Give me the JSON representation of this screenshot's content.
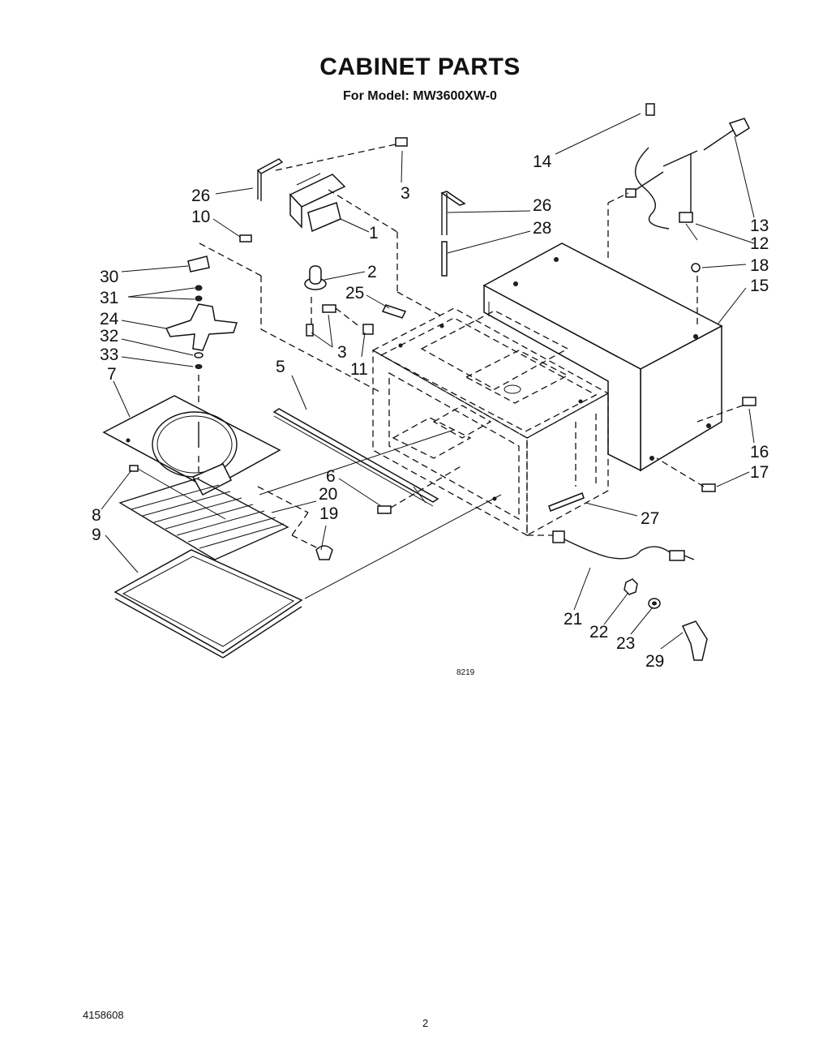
{
  "title": "CABINET PARTS",
  "subtitle": "For Model: MW3600XW-0",
  "diagram_code": "8219",
  "document_number": "4158608",
  "page_number": "2",
  "callouts": [
    "1",
    "2",
    "3",
    "3",
    "3",
    "5",
    "6",
    "7",
    "8",
    "9",
    "10",
    "11",
    "12",
    "13",
    "14",
    "15",
    "16",
    "17",
    "18",
    "19",
    "20",
    "21",
    "22",
    "23",
    "24",
    "25",
    "26",
    "26",
    "27",
    "28",
    "29",
    "30",
    "31",
    "32",
    "33"
  ]
}
